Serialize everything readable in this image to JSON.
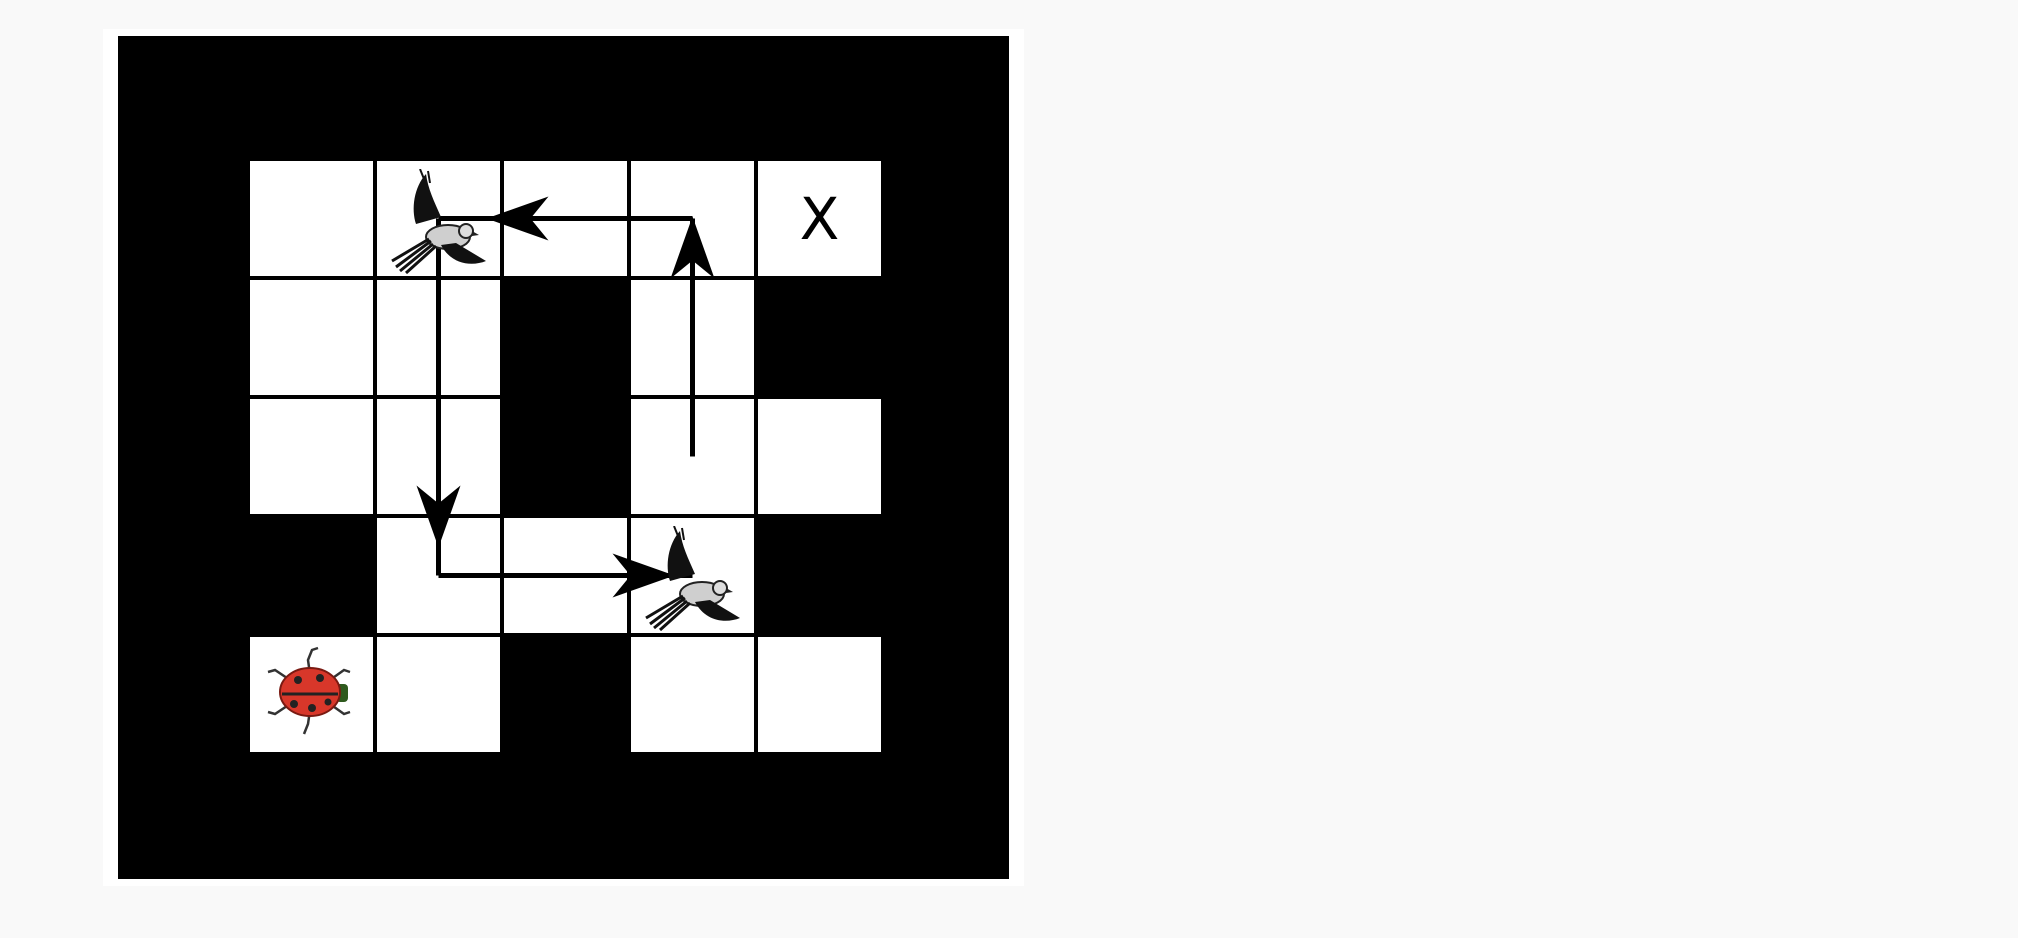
{
  "maze": {
    "rows": 5,
    "cols": 5,
    "open_cells": [
      [
        1,
        1,
        1,
        1,
        1
      ],
      [
        1,
        1,
        0,
        1,
        0
      ],
      [
        1,
        1,
        0,
        1,
        1
      ],
      [
        0,
        1,
        1,
        1,
        0
      ],
      [
        1,
        1,
        0,
        1,
        1
      ]
    ],
    "goal": {
      "row": 0,
      "col": 4,
      "label": "X"
    },
    "player": {
      "row": 4,
      "col": 0,
      "icon": "ladybug-icon"
    },
    "birds": [
      {
        "row": 0,
        "col": 1,
        "icon": "bird-icon"
      },
      {
        "row": 3,
        "col": 3,
        "icon": "bird-icon"
      }
    ],
    "path_arrows": [
      {
        "from": [
          0,
          3
        ],
        "to": [
          0,
          1
        ]
      },
      {
        "from": [
          1,
          3
        ],
        "to": [
          0,
          3
        ]
      },
      {
        "from": [
          2,
          3
        ],
        "to": [
          1,
          3
        ]
      },
      {
        "from": [
          0,
          1
        ],
        "to": [
          3,
          1
        ]
      },
      {
        "from": [
          3,
          1
        ],
        "to": [
          3,
          3
        ]
      }
    ]
  },
  "colors": {
    "wall": "#000000",
    "floor": "#ffffff",
    "background": "#f9f9f9",
    "ladybug_body": "#d8372a"
  }
}
